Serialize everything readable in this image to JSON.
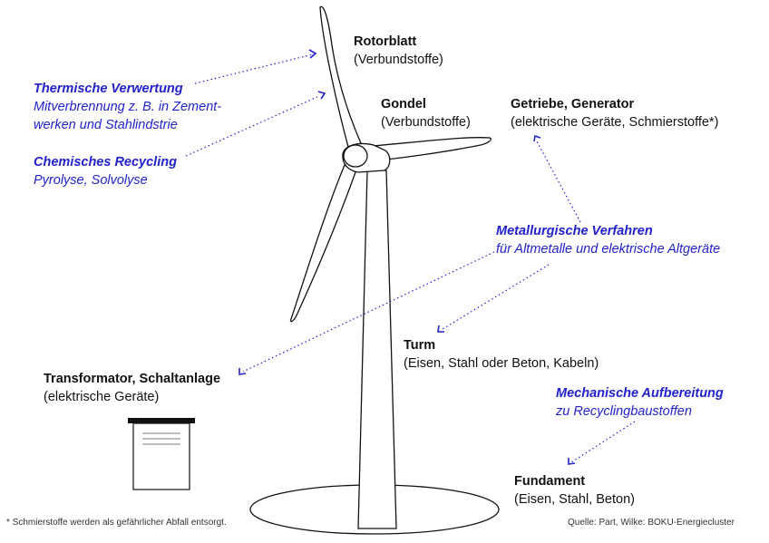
{
  "components": {
    "rotorblatt": {
      "title": "Rotorblatt",
      "sub": "(Verbundstoffe)"
    },
    "gondel": {
      "title": "Gondel",
      "sub": "(Verbundstoffe)"
    },
    "getriebe": {
      "title": "Getriebe, Generator",
      "sub": "(elektrische Geräte, Schmierstoffe*)"
    },
    "turm": {
      "title": "Turm",
      "sub": "(Eisen, Stahl oder Beton, Kabeln)"
    },
    "transformator": {
      "title": "Transformator, Schaltanlage",
      "sub": "(elektrische Geräte)"
    },
    "fundament": {
      "title": "Fundament",
      "sub": "(Eisen, Stahl, Beton)"
    }
  },
  "processes": {
    "thermisch": {
      "title": "Thermische Verwertung",
      "line1": "Mitverbrennung z. B. in Zement-",
      "line2": "werken und Stahlindstrie"
    },
    "chemisch": {
      "title": "Chemisches Recycling",
      "sub": "Pyrolyse, Solvolyse"
    },
    "metallurgisch": {
      "title": "Metallurgische Verfahren",
      "sub": "für Altmetalle und elektrische Altgeräte"
    },
    "mechanisch": {
      "title": "Mechanische Aufbereitung",
      "sub": "zu Recyclingbaustoffen"
    }
  },
  "footnote": "* Schmierstoffe werden als gefährlicher Abfall entsorgt.",
  "source": "Quelle: Part, Wilke: BOKU-Energiecluster",
  "colors": {
    "process": "#2222cc",
    "line": "#111111"
  }
}
